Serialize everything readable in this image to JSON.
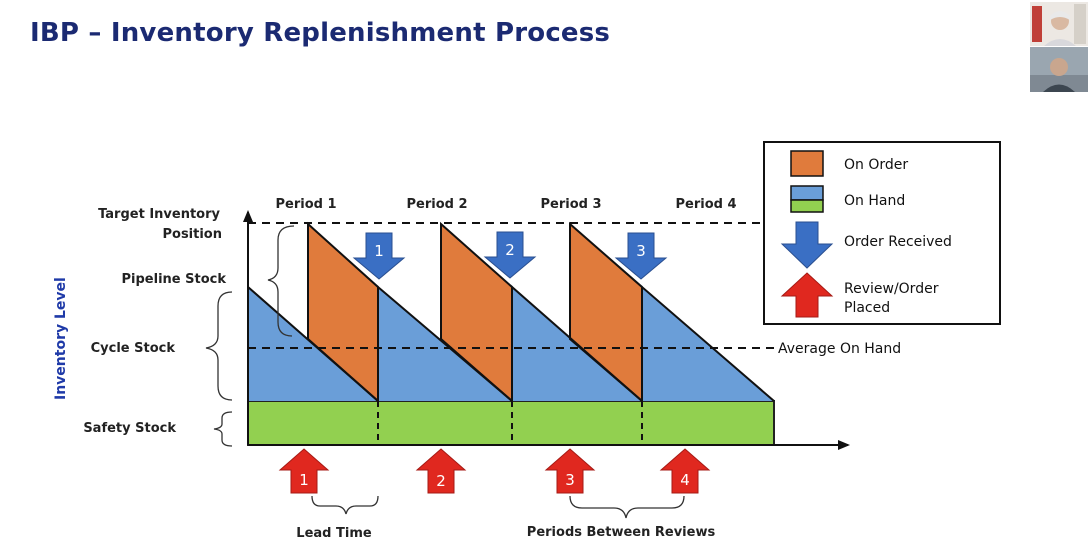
{
  "slide": {
    "title": "IBP – Inventory Replenishment Process"
  },
  "axis": {
    "y_label": "Inventory Level"
  },
  "left_labels": {
    "target": [
      "Target Inventory",
      "Position"
    ],
    "pipeline": "Pipeline Stock",
    "cycle": "Cycle Stock",
    "safety": "Safety Stock"
  },
  "periods": [
    "Period 1",
    "Period 2",
    "Period 3",
    "Period 4"
  ],
  "order_received_markers": [
    "1",
    "2",
    "3"
  ],
  "review_markers": [
    "1",
    "2",
    "3",
    "4"
  ],
  "average_label": "Average On Hand",
  "bottom_labels": {
    "lead_time": "Lead Time",
    "between_reviews": "Periods Between Reviews"
  },
  "legend": {
    "on_order": "On Order",
    "on_hand": "On Hand",
    "order_received": "Order Received",
    "review_placed": [
      "Review/Order",
      "Placed"
    ]
  },
  "colors": {
    "title": "#1b2a72",
    "on_order": "#e07b3c",
    "on_hand": "#6a9ed8",
    "safety": "#92d050",
    "arrow_down": "#3a6fc4",
    "arrow_up": "#e0281f",
    "y_axis_label": "#1f3aa8"
  }
}
